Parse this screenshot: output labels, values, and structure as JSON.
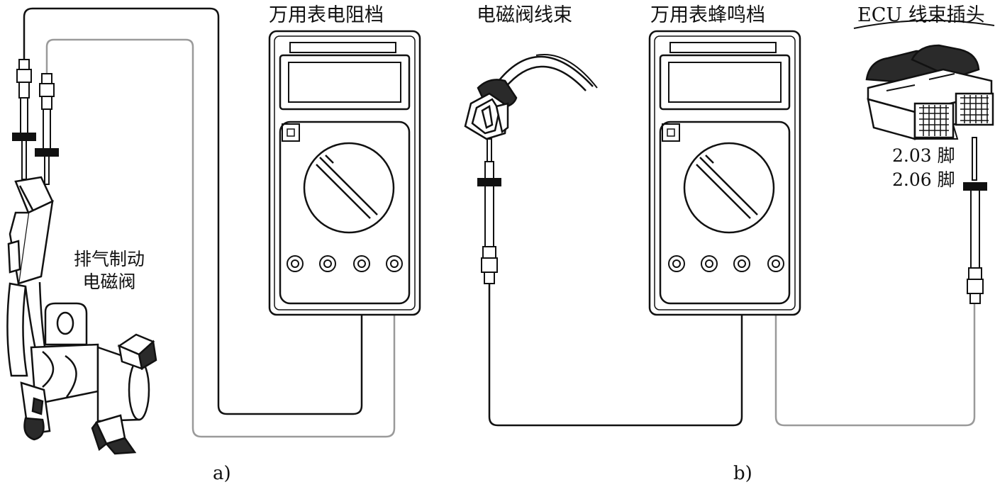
{
  "labels": {
    "meter_a_title": "万用表电阻档",
    "harness_title": "电磁阀线束",
    "meter_b_title": "万用表蜂鸣档",
    "ecu_title": "ECU 线束插头",
    "valve_line1": "排气制动",
    "valve_line2": "电磁阀",
    "pin_1": "2.03 脚",
    "pin_2": "2.06 脚",
    "caption_a": "a)",
    "caption_b": "b)"
  },
  "colors": {
    "ink": "#111111",
    "grey_wire": "#9a9a9a",
    "dark_fill": "#2a2a2a"
  }
}
